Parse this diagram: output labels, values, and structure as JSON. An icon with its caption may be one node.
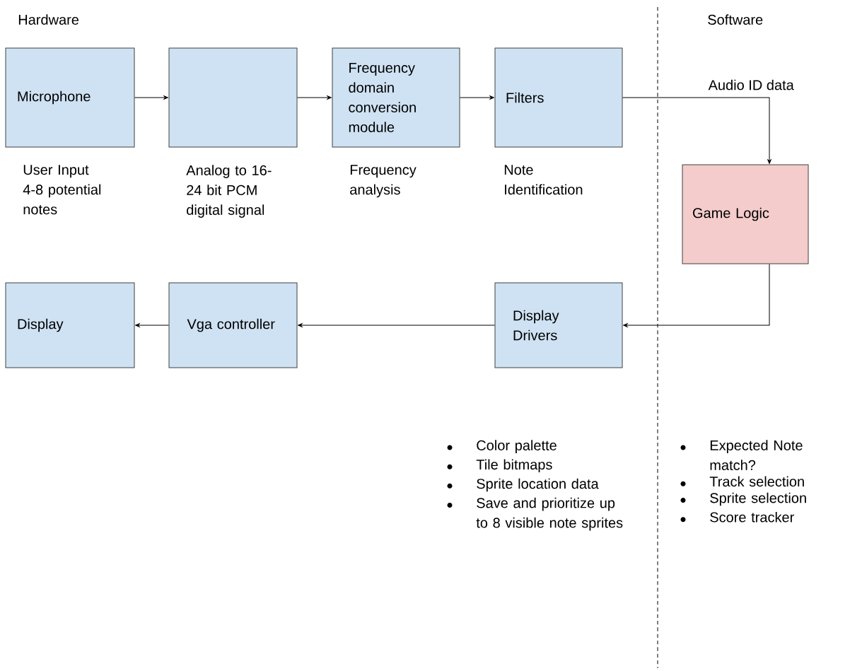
{
  "diagram": {
    "nodes": [
      {
        "text": [
          "Microphone"
        ],
        "beside": [
          "User Input 4-8 potential notes"
        ]
      },
      {
        "text": [],
        "shape": "box",
        "beside": [
          "Analog to 16-24 bit PCM digital signal"
        ]
      },
      {
        "text": [
          "Frequency domain conversion module"
        ],
        "beside": [
          "Frequency analysis"
        ]
      },
      {
        "text": [
          "Filters"
        ],
        "beside": [
          "Note Identification"
        ]
      },
      {
        "text": [
          "Game Logic"
        ]
      },
      {
        "text": [
          "Display Drivers"
        ]
      },
      {
        "text": [
          "Vga controller"
        ]
      },
      {
        "text": [
          "Display"
        ]
      }
    ],
    "edges": [
      {
        "from": 0,
        "to": 1,
        "arrow": "to"
      },
      {
        "from": 1,
        "to": 2,
        "arrow": "to"
      },
      {
        "from": 2,
        "to": 3,
        "arrow": "to"
      },
      {
        "from": 3,
        "to": 4,
        "arrow": "to",
        "label": "Audio ID data"
      },
      {
        "from": 4,
        "to": 5,
        "arrow": "to"
      },
      {
        "from": 5,
        "to": 6,
        "arrow": "to"
      },
      {
        "from": 6,
        "to": 7,
        "arrow": "to"
      }
    ],
    "labels": [
      "Hardware",
      "Software",
      "Color palette",
      "Tile bitmaps",
      "Sprite location data",
      "Save and prioritize up to 8 visible note sprites",
      "Expected Note match?",
      "Track selection",
      "Sprite selection",
      "Score tracker"
    ]
  }
}
